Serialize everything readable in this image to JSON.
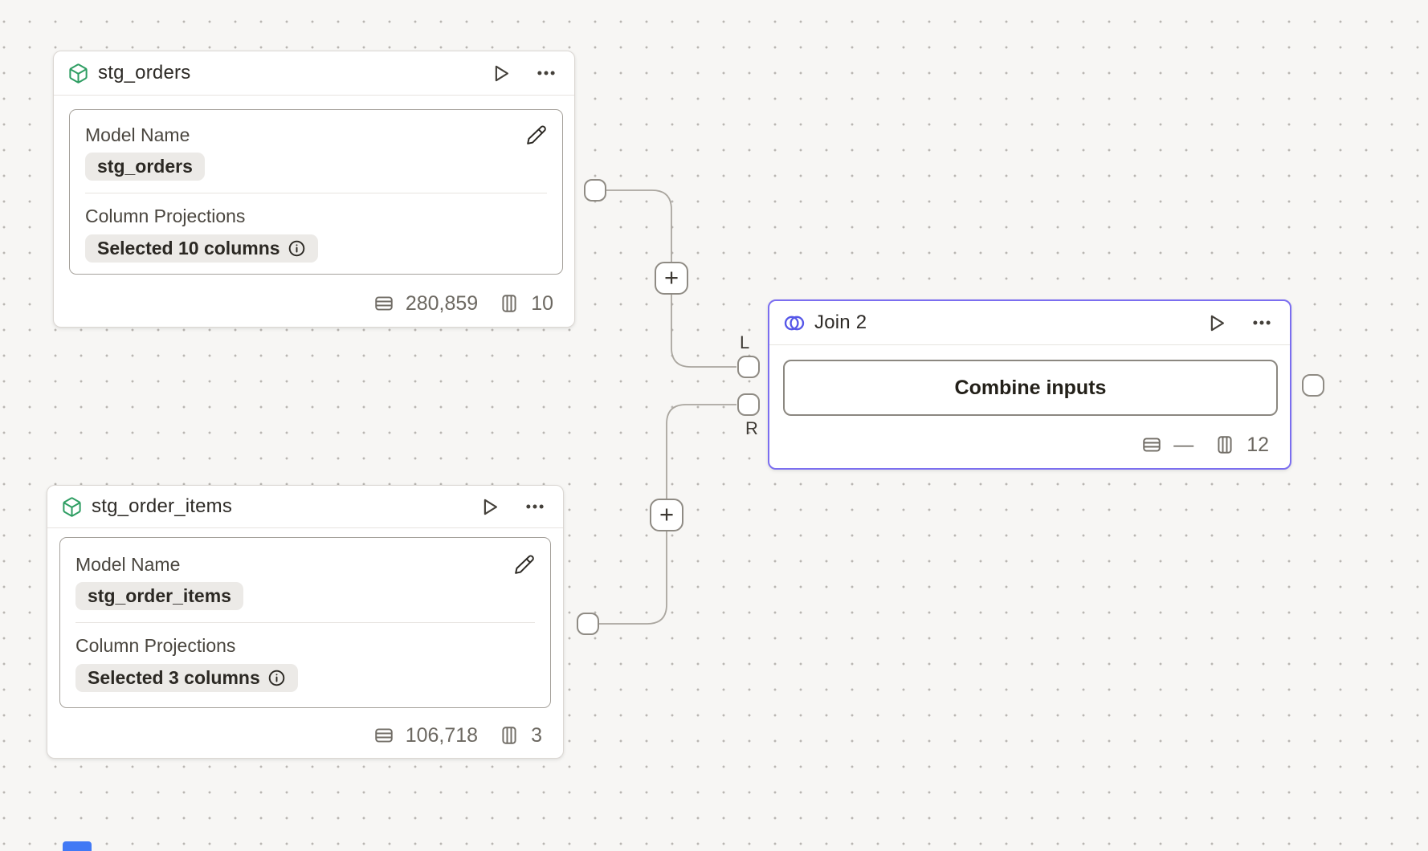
{
  "colors": {
    "canvas_bg": "#f7f6f4",
    "dot": "#b9b6b2",
    "node_border": "#dbd7d3",
    "card_border": "#a5a19b",
    "selected_border": "#7b6ef0",
    "badge_bg": "#eceae7",
    "accent_green": "#2f9e63",
    "accent_indigo": "#5657e8",
    "edge": "#aaa69f",
    "muted": "#6c6861",
    "title": "#2d2a26",
    "label": "#4a463f",
    "blue_frag": "#4179f5"
  },
  "nodes": {
    "stg_orders": {
      "title": "stg_orders",
      "model_name_label": "Model Name",
      "model_name_value": "stg_orders",
      "column_projections_label": "Column Projections",
      "column_projections_value": "Selected 10 columns",
      "row_count": "280,859",
      "column_count": "10"
    },
    "stg_order_items": {
      "title": "stg_order_items",
      "model_name_label": "Model Name",
      "model_name_value": "stg_order_items",
      "column_projections_label": "Column Projections",
      "column_projections_value": "Selected 3 columns",
      "row_count": "106,718",
      "column_count": "3"
    },
    "join": {
      "title": "Join 2",
      "combine_button_label": "Combine inputs",
      "row_count": "—",
      "column_count": "12"
    }
  },
  "ports": {
    "left_input_label": "L",
    "right_input_label": "R",
    "add_step_label": "+"
  }
}
